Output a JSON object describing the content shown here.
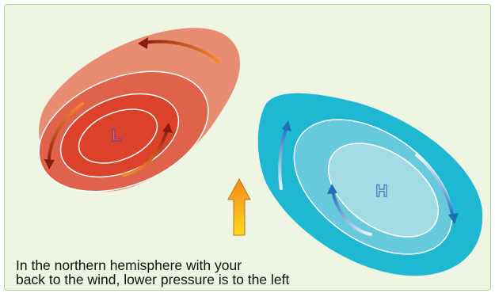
{
  "low_pressure": {
    "label": "L",
    "color_outer": "#e88c72",
    "color_middle": "#e0624a",
    "color_inner": "#dc4129",
    "arrow_color": "#8b1a10"
  },
  "high_pressure": {
    "label": "H",
    "color_outer": "#1eb8d3",
    "color_middle": "#67c9dc",
    "color_inner": "#a4dce5",
    "arrow_color": "#1f6eb8"
  },
  "wind_arrow": {
    "icon": "up-arrow-icon",
    "color_top": "#f28a1c",
    "color_bottom": "#ffd81c"
  },
  "caption": {
    "line1": "In the northern hemisphere with your",
    "line2": "back to the wind, lower pressure is to the left"
  }
}
